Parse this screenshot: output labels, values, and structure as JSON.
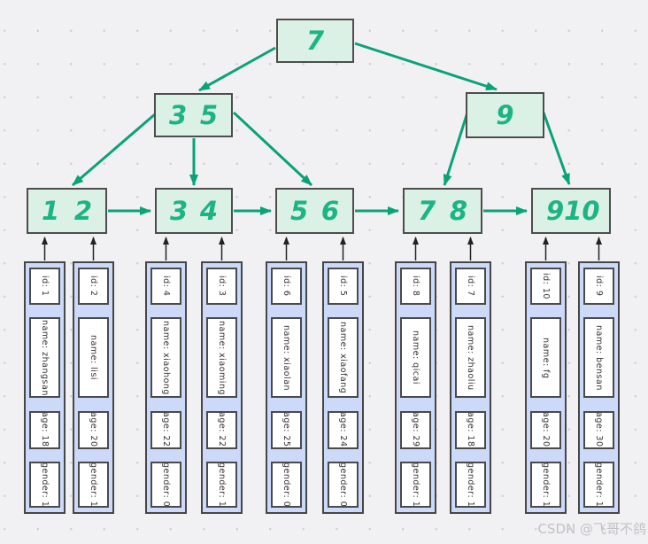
{
  "watermark": "CSDN @飞哥不鸽",
  "colors": {
    "background": "#f1f1f4",
    "node_fill": "#dbf1e5",
    "node_border": "#4d4d4d",
    "key_text": "#1cb385",
    "tree_arrow": "#0aa277",
    "record_fill": "#ccd9f8",
    "record_arrow": "#222222"
  },
  "tree": {
    "internal": [
      {
        "keys": [
          "7"
        ]
      },
      {
        "keys": [
          "3",
          "5"
        ]
      },
      {
        "keys": [
          "9"
        ]
      }
    ],
    "leaves": [
      {
        "keys": [
          "1",
          "2"
        ]
      },
      {
        "keys": [
          "3",
          "4"
        ]
      },
      {
        "keys": [
          "5",
          "6"
        ]
      },
      {
        "keys": [
          "7",
          "8"
        ]
      },
      {
        "keys": [
          "9",
          "10"
        ]
      }
    ]
  },
  "records": [
    {
      "fields": [
        "id: 1",
        "name: zhangsan",
        "age: 18",
        "gender: 1"
      ]
    },
    {
      "fields": [
        "id: 2",
        "name: lisi",
        "age: 20",
        "gender: 1"
      ]
    },
    {
      "fields": [
        "id: 4",
        "name: xiaohong",
        "age: 22",
        "gender: 0"
      ]
    },
    {
      "fields": [
        "id: 3",
        "name: xiaoming",
        "age: 22",
        "gender: 1"
      ]
    },
    {
      "fields": [
        "id: 6",
        "name: xiaolan",
        "age: 25",
        "gender: 0"
      ]
    },
    {
      "fields": [
        "id: 5",
        "name: xiaofang",
        "age: 24",
        "gender: 0"
      ]
    },
    {
      "fields": [
        "id: 8",
        "name: qicai",
        "age: 29",
        "gender: 1"
      ]
    },
    {
      "fields": [
        "id: 7",
        "name: zhaoliu",
        "age: 18",
        "gender: 1"
      ]
    },
    {
      "fields": [
        "id: 10",
        "name: fg",
        "age: 20",
        "gender: 1"
      ]
    },
    {
      "fields": [
        "id: 9",
        "name: bensan",
        "age: 30",
        "gender: 1"
      ]
    }
  ]
}
